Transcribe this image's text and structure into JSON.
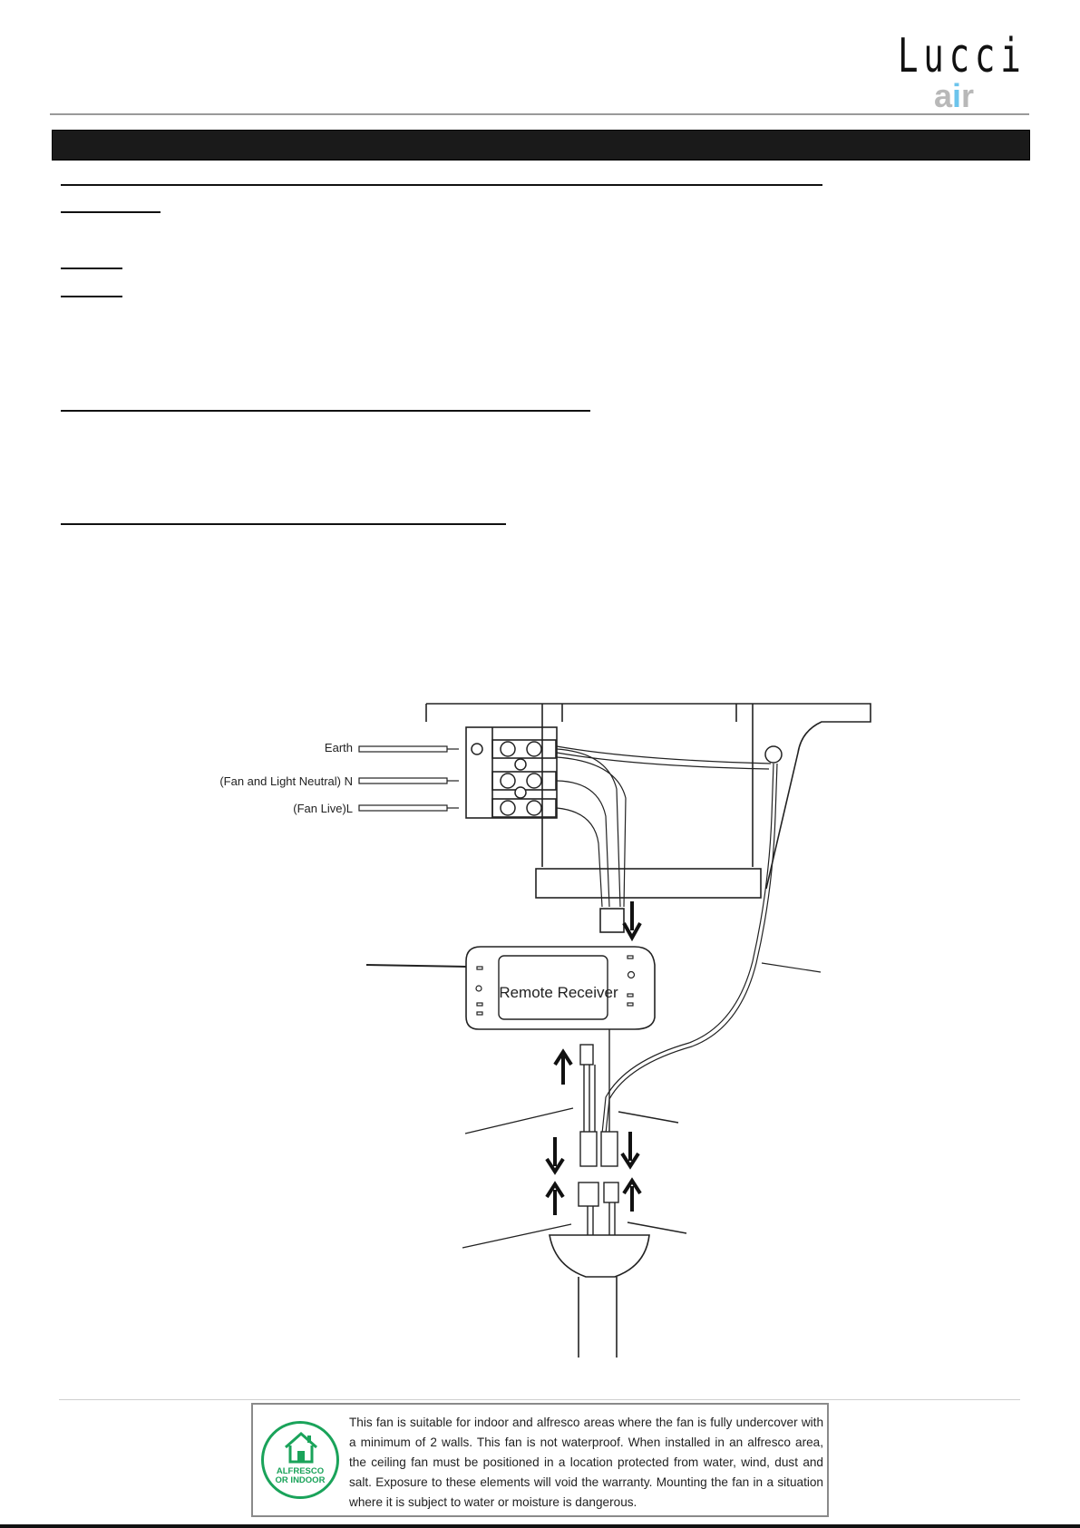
{
  "brand": {
    "name": "Lucci",
    "sub_prefix": "a",
    "sub_accent": "i",
    "sub_suffix": "r",
    "accent_color": "#6cc4ec"
  },
  "diagram": {
    "labels": {
      "earth": "Earth",
      "neutral": "(Fan and Light Neutral) N",
      "live": "(Fan Live)L",
      "receiver": "Remote Receiver"
    }
  },
  "notice": {
    "badge_line1": "ALFRESCO",
    "badge_line2": "OR INDOOR",
    "badge_color": "#1aa35a",
    "text": "This fan is suitable for indoor and alfresco areas where the fan is fully undercover with a minimum of 2 walls. This fan is not waterproof. When installed in an alfresco area, the ceiling fan must be positioned in a location protected from water, wind, dust and salt. Exposure to these elements will void the warranty. Mounting the fan in a situation where it is subject to water or moisture is dangerous."
  }
}
